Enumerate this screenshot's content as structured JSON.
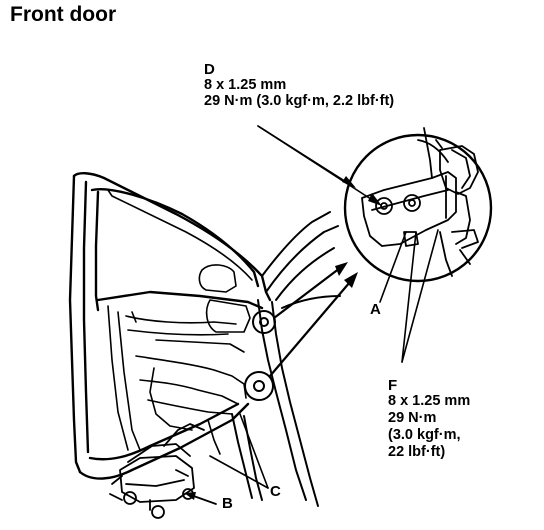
{
  "title": "Front door",
  "callouts": {
    "A": "A",
    "B": "B",
    "C": "C",
    "D": "D",
    "F": "F"
  },
  "spec_d": {
    "size": "8 x 1.25 mm",
    "torque": "29 N·m (3.0 kgf·m, 2.2 lbf·ft)"
  },
  "spec_f": {
    "size": "8 x 1.25 mm",
    "torque": "29 N·m",
    "metric": "(3.0 kgf·m,",
    "imperial": "22 lbf·ft)"
  },
  "icons": [
    "door-hinge-detail-icon",
    "door-illustration-icon",
    "floor-jack-icon"
  ]
}
